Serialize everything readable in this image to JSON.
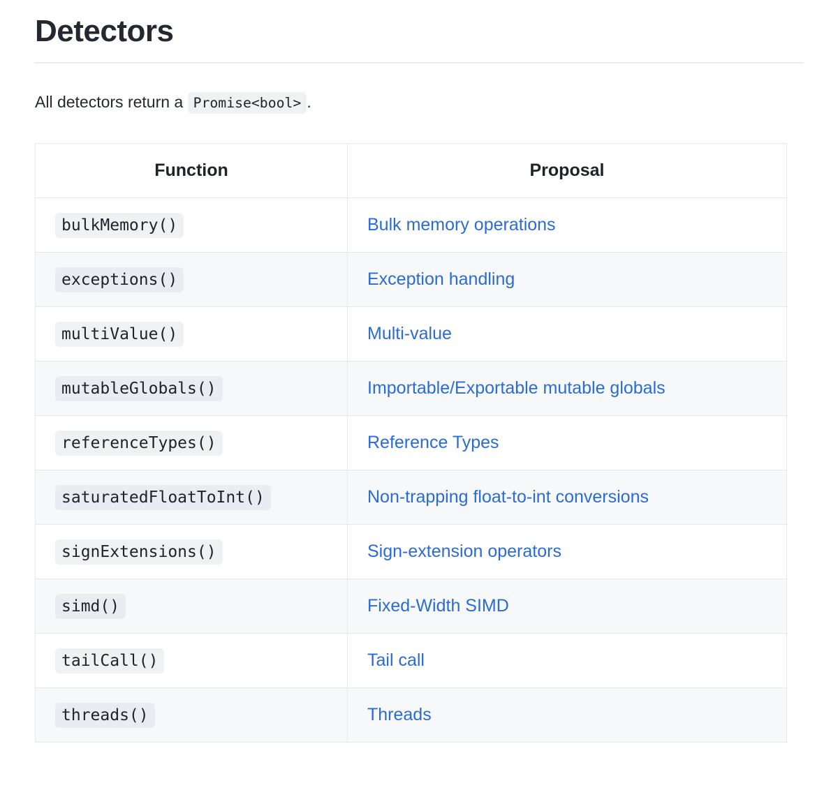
{
  "page": {
    "title": "Detectors",
    "intro_prefix": "All detectors return a",
    "intro_code": "Promise<bool>",
    "intro_suffix": ".",
    "link_color": "#2b6cd4",
    "chip_bg": "#f0f1f3",
    "stripe_bg": "#f6f8fa",
    "border_color": "#e6e8eb"
  },
  "table": {
    "headers": {
      "function": "Function",
      "proposal": "Proposal"
    },
    "rows": [
      {
        "fn": "bulkMemory()",
        "proposal": "Bulk memory operations"
      },
      {
        "fn": "exceptions()",
        "proposal": "Exception handling"
      },
      {
        "fn": "multiValue()",
        "proposal": "Multi-value"
      },
      {
        "fn": "mutableGlobals()",
        "proposal": "Importable/Exportable mutable globals"
      },
      {
        "fn": "referenceTypes()",
        "proposal": "Reference Types"
      },
      {
        "fn": "saturatedFloatToInt()",
        "proposal": "Non-trapping float-to-int conversions"
      },
      {
        "fn": "signExtensions()",
        "proposal": "Sign-extension operators"
      },
      {
        "fn": "simd()",
        "proposal": "Fixed-Width SIMD"
      },
      {
        "fn": "tailCall()",
        "proposal": "Tail call"
      },
      {
        "fn": "threads()",
        "proposal": "Threads"
      }
    ]
  }
}
